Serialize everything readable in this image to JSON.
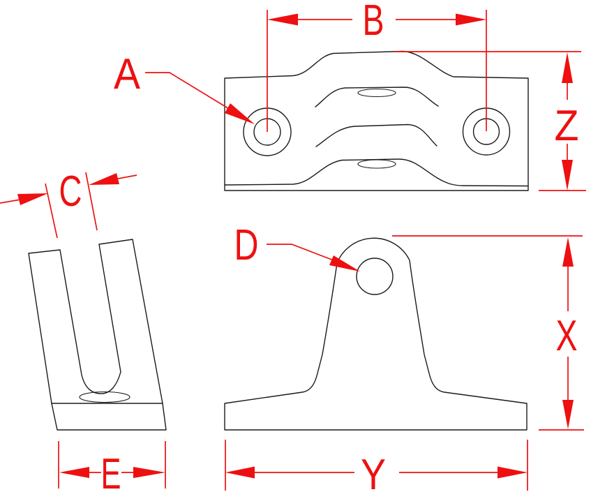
{
  "drawing": {
    "background": "#ffffff",
    "outline_color": "#1b1b1b",
    "dimension_color": "#ee1010",
    "labels": {
      "a": "A",
      "b": "B",
      "c": "C",
      "d": "D",
      "e": "E",
      "x": "X",
      "y": "Y",
      "z": "Z"
    }
  }
}
